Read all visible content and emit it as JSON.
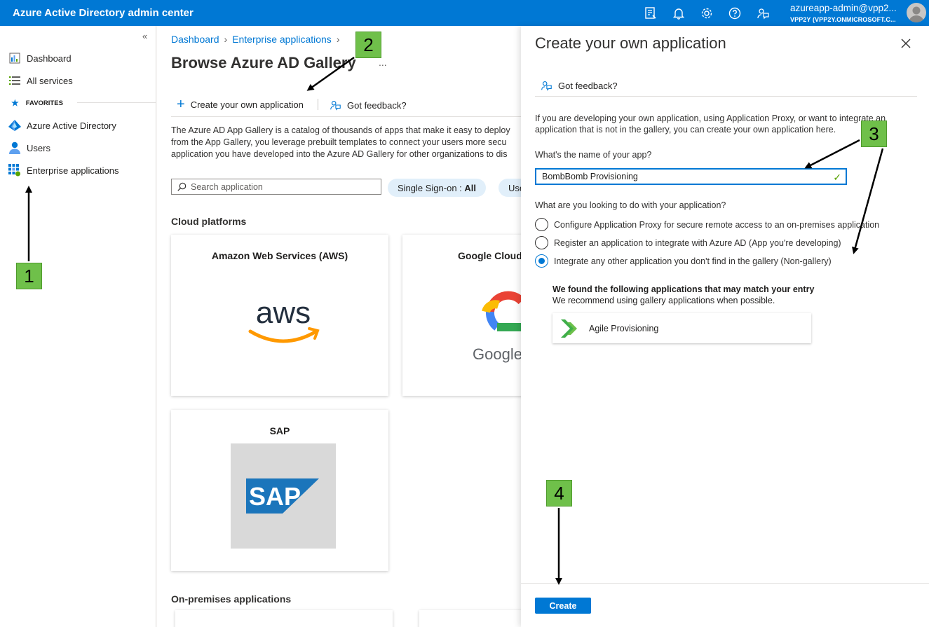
{
  "topbar": {
    "title": "Azure Active Directory admin center",
    "user_name": "azureapp-admin@vpp2...",
    "tenant": "VPP2Y (VPP2Y.ONMICROSOFT.C...",
    "icons": [
      "portal-settings-icon",
      "bell-icon",
      "gear-icon",
      "help-icon",
      "feedback-icon"
    ],
    "color": "#0078d4"
  },
  "sidebar": {
    "collapse_glyph": "«",
    "favorites_label": "FAVORITES",
    "items": [
      {
        "label": "Dashboard",
        "icon": "dashboard-icon"
      },
      {
        "label": "All services",
        "icon": "list-icon"
      },
      {
        "label": "Azure Active Directory",
        "icon": "aad-icon"
      },
      {
        "label": "Users",
        "icon": "users-icon"
      },
      {
        "label": "Enterprise applications",
        "icon": "enterprise-apps-icon"
      }
    ]
  },
  "main": {
    "breadcrumb": [
      "Dashboard",
      "Enterprise applications"
    ],
    "title": "Browse Azure AD Gallery",
    "more": "...",
    "commands": {
      "create": "Create your own application",
      "feedback": "Got feedback?"
    },
    "description": [
      "The Azure AD App Gallery is a catalog of thousands of apps that make it easy to deploy",
      "from the App Gallery, you leverage prebuilt templates to connect your users more secu",
      "application you have developed into the Azure AD Gallery for other organizations to dis"
    ],
    "search_placeholder": "Search application",
    "filter_sso_label": "Single Sign-on : ",
    "filter_sso_value": "All",
    "filter_user": "Use",
    "section_cloud": "Cloud platforms",
    "section_onprem": "On-premises applications",
    "tiles": [
      {
        "name": "Amazon Web Services (AWS)",
        "logo_text": "aws"
      },
      {
        "name": "Google Cloud",
        "logo_text": "Google"
      },
      {
        "name": "SAP",
        "logo_text": "SAP"
      }
    ]
  },
  "panel": {
    "title": "Create your own application",
    "feedback": "Got feedback?",
    "description": "If you are developing your own application, using Application Proxy, or want to integrate an application that is not in the gallery, you can create your own application here.",
    "name_label": "What's the name of your app?",
    "name_value": "BombBomb Provisioning",
    "purpose_label": "What are you looking to do with your application?",
    "options": [
      {
        "label": "Configure Application Proxy for secure remote access to an on-premises application",
        "selected": false
      },
      {
        "label": "Register an application to integrate with Azure AD (App you're developing)",
        "selected": false
      },
      {
        "label": "Integrate any other application you don't find in the gallery (Non-gallery)",
        "selected": true
      }
    ],
    "match_heading": "We found the following applications that may match your entry",
    "match_sub": "We recommend using gallery applications when possible.",
    "match_app": "Agile Provisioning",
    "create_label": "Create"
  },
  "annotations": {
    "steps": [
      "1",
      "2",
      "3",
      "4"
    ],
    "color": "#6fc04a"
  }
}
